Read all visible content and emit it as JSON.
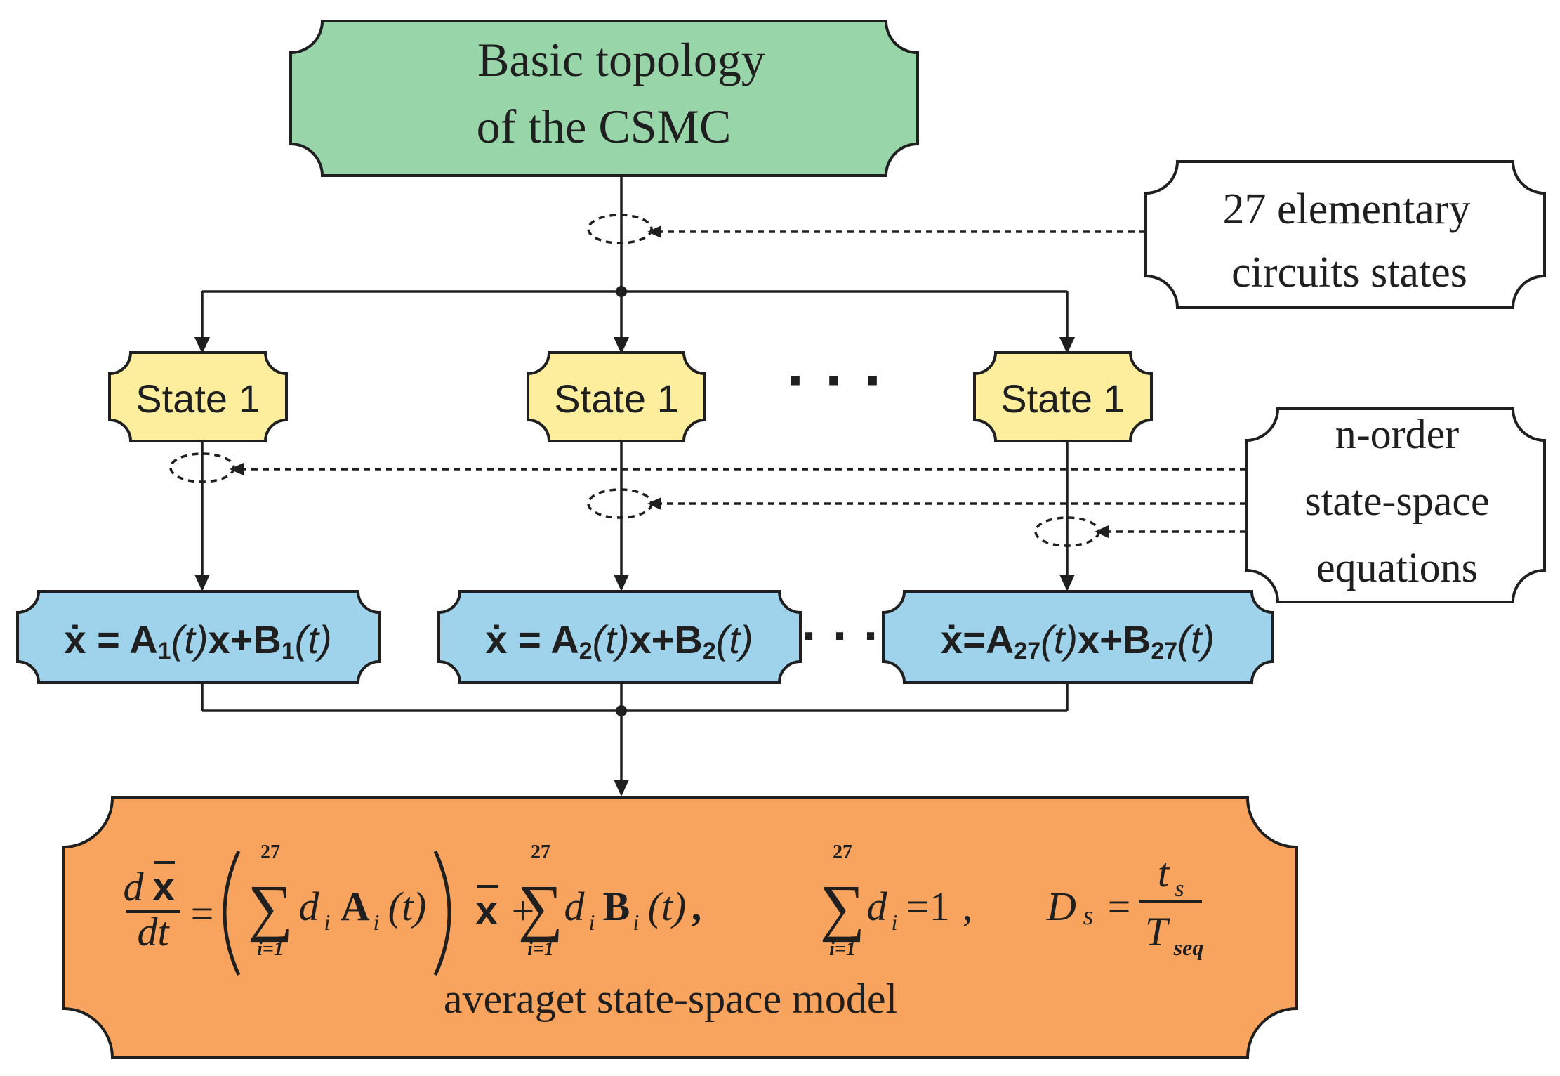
{
  "nodes": {
    "topology": {
      "line1": "Basic topology",
      "line2": "of the CSMC",
      "color": "#98d6aa"
    },
    "elementary": {
      "line1": "27 elementary",
      "line2": "circuits states"
    },
    "norder": {
      "line1": "n-order",
      "line2": "state-space",
      "line3": "equations"
    },
    "states": [
      {
        "label": "State 1"
      },
      {
        "label": "State 1"
      },
      {
        "label": "State 1"
      }
    ],
    "state_color": "#fcee9c",
    "equations": [
      {
        "dot_x": "ẋ",
        "eq": " = ",
        "A": "A",
        "a_sub": "1",
        "t1": "(t)",
        "x": "x",
        "plus": "+",
        "B": "B",
        "b_sub": "1",
        "t2": "(t)"
      },
      {
        "dot_x": "ẋ",
        "eq": " = ",
        "A": "A",
        "a_sub": "2",
        "t1": "(t)",
        "x": "x",
        "plus": "+",
        "B": "B",
        "b_sub": "2",
        "t2": "(t)"
      },
      {
        "dot_x": "ẋ",
        "eq": "=",
        "A": "A",
        "a_sub": "27",
        "t1": "(t)",
        "x": "x",
        "plus": "+",
        "B": "B",
        "b_sub": "27",
        "t2": "(t)"
      }
    ],
    "equation_color": "#9fd3eb",
    "model": {
      "caption": "averaget state-space model",
      "color": "#f9a45e",
      "formula": {
        "d": "d",
        "xbar": "x",
        "dt": "dt",
        "equals": "=",
        "sum_top": "27",
        "sum_bottom": "i=1",
        "sigma": "∑",
        "di": "d",
        "i": "i",
        "A": "A",
        "Ai_t": "(t)",
        "plus": "+",
        "B": "B",
        "Bi_t": "(t)",
        "comma": ",",
        "one": "=1",
        "comma2": ",",
        "D": "D",
        "s": "s",
        "ts": "t",
        "ts_sub": "s",
        "T": "T",
        "T_sub": "seq"
      }
    }
  },
  "ellipsis": "· · ·"
}
